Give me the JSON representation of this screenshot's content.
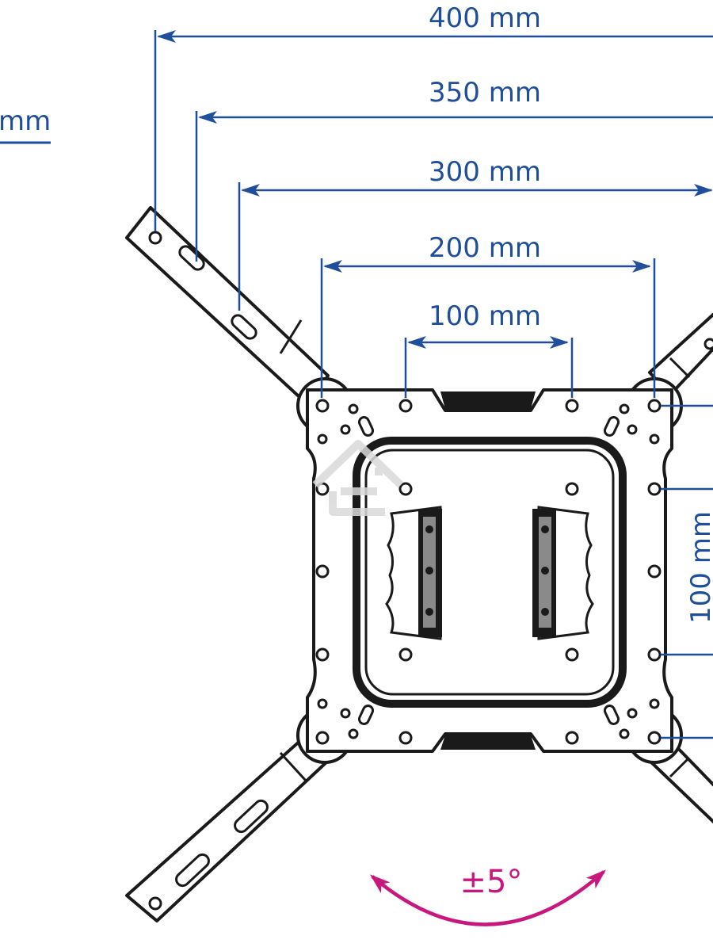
{
  "diagram": {
    "dimensions": {
      "width_400": "400 mm",
      "width_350": "350 mm",
      "width_300": "300 mm",
      "width_200": "200 mm",
      "width_100": "100 mm",
      "height_100": "100 mm",
      "left_partial": "mm"
    },
    "tilt_label": "±5°",
    "colors": {
      "dimension": "#1f4e9a",
      "outline": "#1a1a1a",
      "tilt_arrow": "#c8187e",
      "watermark": "#d9d9d9"
    }
  }
}
